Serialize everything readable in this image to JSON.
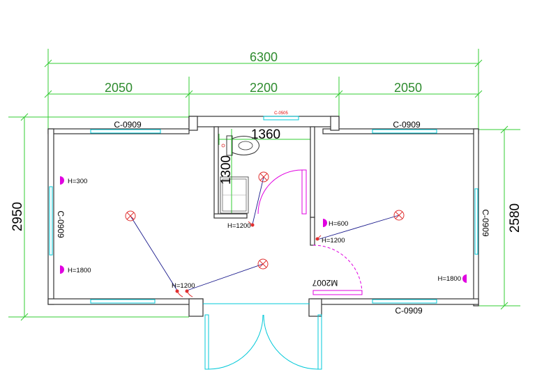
{
  "dimensions": {
    "overall_width": "6300",
    "segment_left": "2050",
    "segment_middle": "2200",
    "segment_right": "2050",
    "overall_depth": "2950",
    "inner_depth": "2580",
    "bath_width": "1360",
    "bath_depth": "1300"
  },
  "windows": {
    "top_left": "C-0909",
    "top_right": "C-0909",
    "left_wall": "C-0909",
    "right_wall": "C-0909",
    "bottom_right": "C-0909",
    "bath_window": "C-0505"
  },
  "door_label": "M2007",
  "sockets": {
    "left_upper": "H=300",
    "left_lower": "H=1800",
    "center_right": "H=600",
    "right_lower": "H=1800"
  },
  "switches": {
    "bath": "H=1200",
    "partition": "H=1200",
    "entry": "H=1200"
  },
  "colors": {
    "dimension": "#33cc33",
    "window": "#00c8d8",
    "door": "#e000e0",
    "wiring": "#1a1a8c",
    "fixture": "#e03030"
  }
}
